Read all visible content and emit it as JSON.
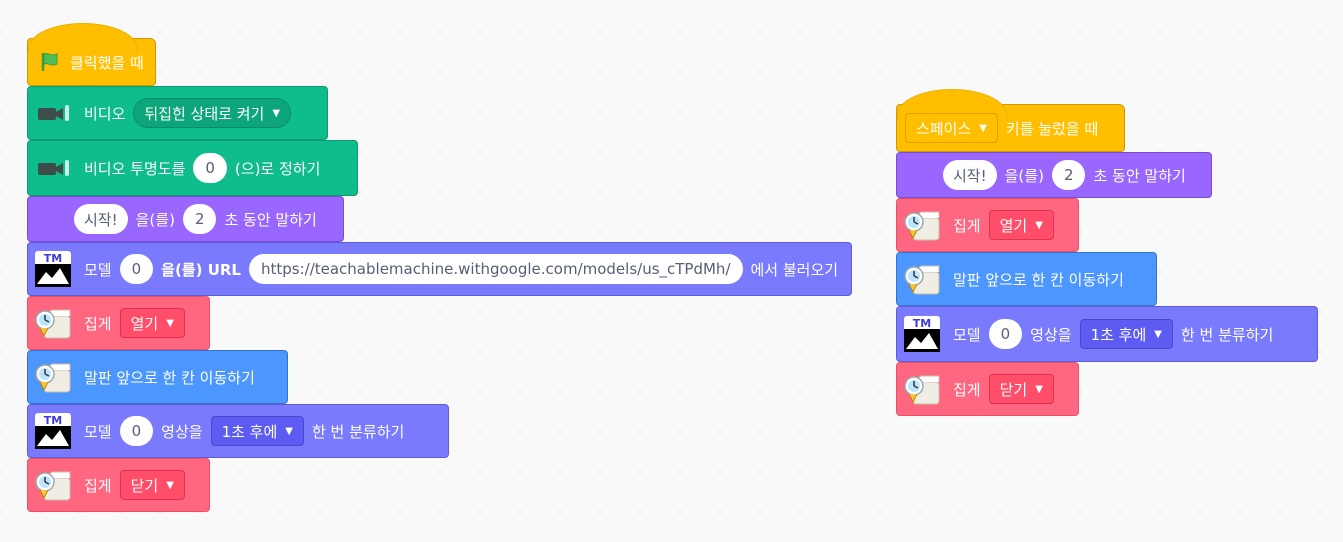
{
  "script_left": {
    "hat": {
      "label": "클릭했을 때"
    },
    "video_on": {
      "label": "비디오",
      "option": "뒤집힌 상태로 켜기"
    },
    "video_transparency": {
      "label": "비디오 투명도를",
      "value": "0",
      "suffix": "(으)로 정하기"
    },
    "say": {
      "value": "시작!",
      "mid": "을(를)",
      "secs": "2",
      "suffix": "초 동안 말하기"
    },
    "load_model": {
      "label": "모델",
      "index": "0",
      "mid": "을(를) URL",
      "url": "https://teachablemachine.withgoogle.com/models/us_cTPdMh/",
      "suffix": "에서 불러오기"
    },
    "tongs_open": {
      "label": "집게",
      "option": "열기"
    },
    "conveyor": {
      "label": "말판 앞으로 한 칸 이동하기"
    },
    "classify": {
      "label": "모델",
      "index": "0",
      "mid": "영상을",
      "option": "1초 후에",
      "suffix": "한 번 분류하기"
    },
    "tongs_close": {
      "label": "집게",
      "option": "닫기"
    }
  },
  "script_right": {
    "hat": {
      "key": "스페이스",
      "suffix": "키를 눌렀을 때"
    },
    "say": {
      "value": "시작!",
      "mid": "을(를)",
      "secs": "2",
      "suffix": "초 동안 말하기"
    },
    "tongs_open": {
      "label": "집게",
      "option": "열기"
    },
    "conveyor": {
      "label": "말판 앞으로 한 칸 이동하기"
    },
    "classify": {
      "label": "모델",
      "index": "0",
      "mid": "영상을",
      "option": "1초 후에",
      "suffix": "한 번 분류하기"
    },
    "tongs_close": {
      "label": "집게",
      "option": "닫기"
    }
  },
  "colors": {
    "event": "#ffbf00",
    "video": "#0fbd8c",
    "looks": "#9966ff",
    "teachable": "#7a7aff",
    "robot_red": "#ff6680",
    "robot_blue": "#4c97ff"
  },
  "icons": [
    "green-flag-icon",
    "video-camera-icon",
    "teachable-machine-icon",
    "robot-tongs-icon",
    "dropdown-caret-icon"
  ]
}
